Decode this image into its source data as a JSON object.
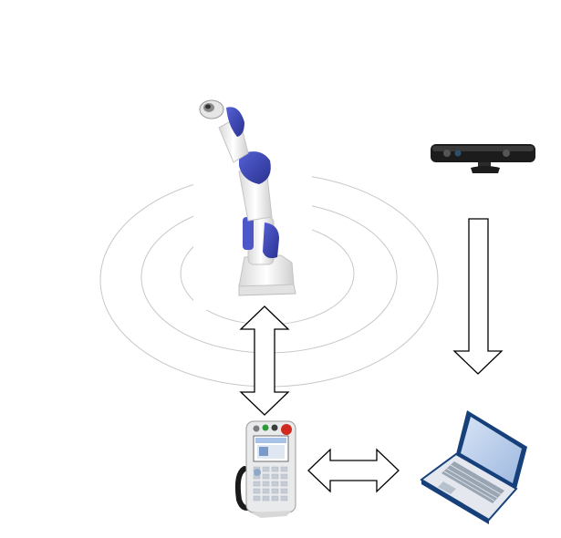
{
  "diagram": {
    "nodes": [
      {
        "id": "robot-arm",
        "kind": "industrial robot arm"
      },
      {
        "id": "depth-sensor",
        "kind": "depth camera sensor"
      },
      {
        "id": "teach-pendant",
        "kind": "robot teach pendant"
      },
      {
        "id": "laptop",
        "kind": "laptop computer"
      }
    ],
    "edges": [
      {
        "from": "depth-sensor",
        "to": "laptop",
        "direction": "one-way"
      },
      {
        "from": "robot-arm",
        "to": "teach-pendant",
        "direction": "two-way"
      },
      {
        "from": "teach-pendant",
        "to": "laptop",
        "direction": "two-way"
      }
    ],
    "zones": {
      "rings": 3,
      "ring_color": "#c8c8c8"
    }
  },
  "colors": {
    "robot_body": "#f2f2f2",
    "robot_accent": "#3b46b8",
    "sensor_body": "#1c1c1c",
    "pendant_body": "#e9eaec",
    "pendant_screen": "#a9c3e8",
    "laptop_body": "#16407a",
    "laptop_screen": "#b9cde9",
    "arrow_stroke": "#000000"
  }
}
